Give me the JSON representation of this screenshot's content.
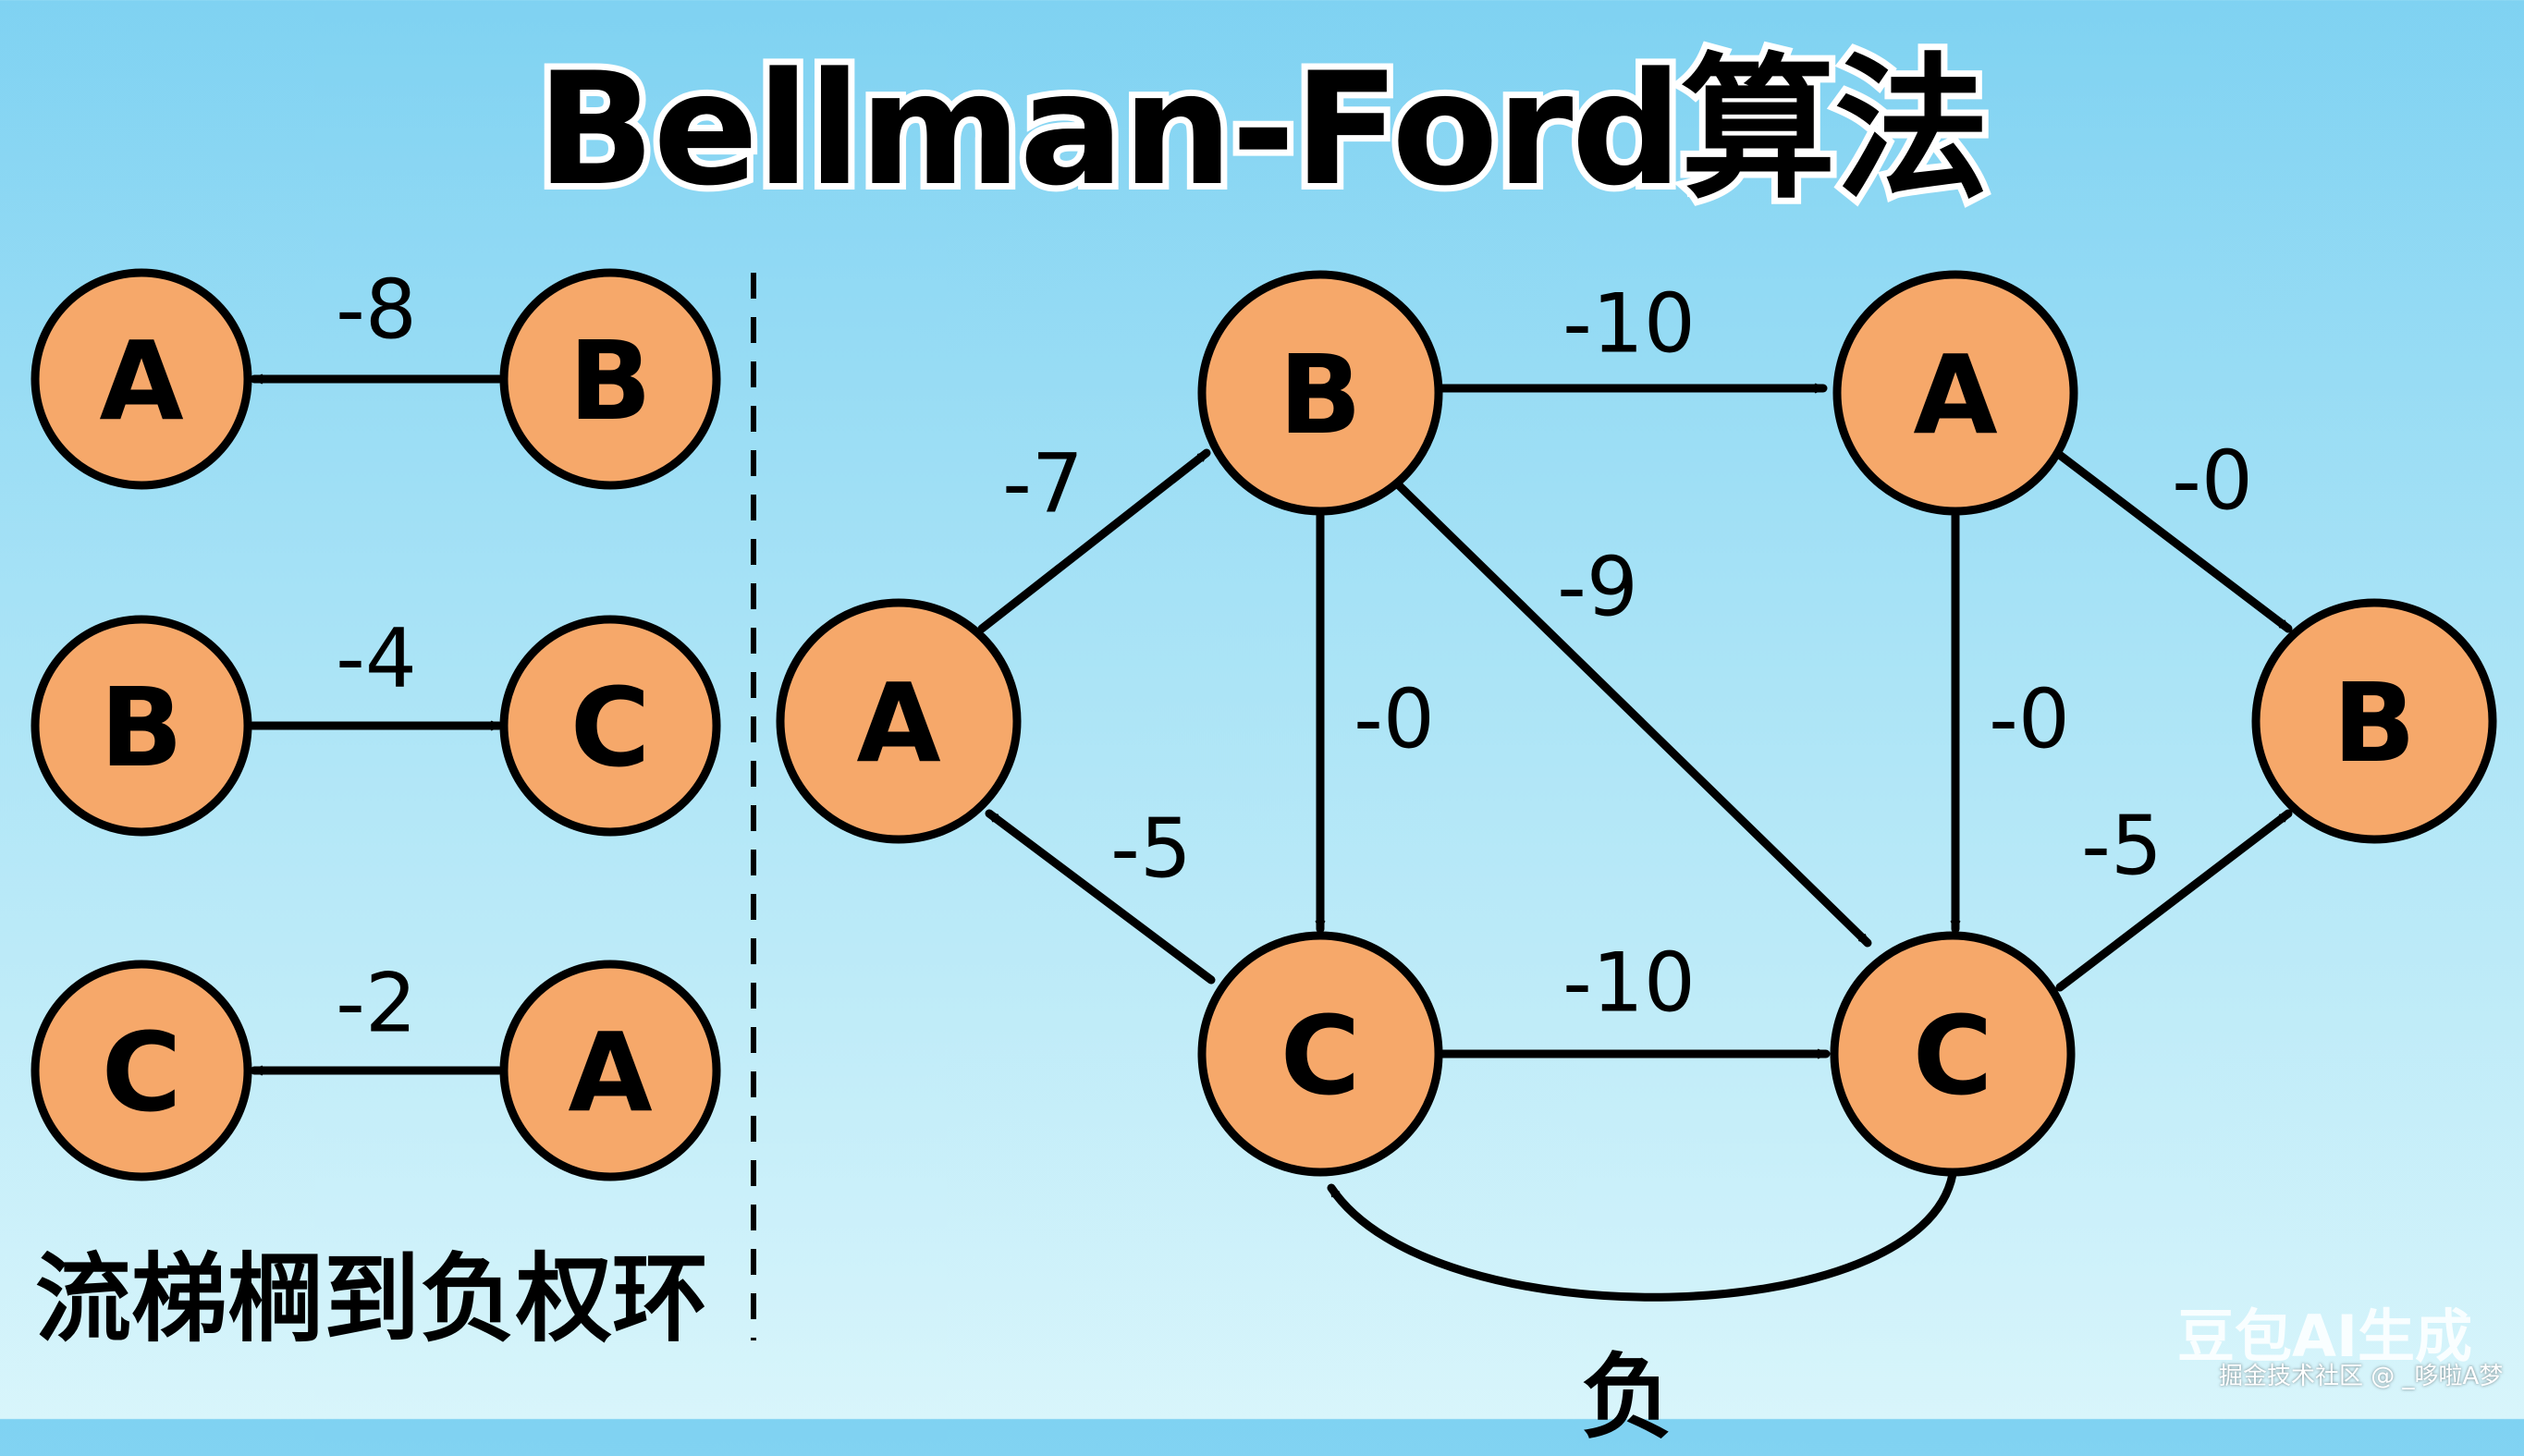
{
  "title": "Bellman-Ford算法",
  "caption": "流梯棡到负权环",
  "negative_cycle_label": "负",
  "watermark": {
    "brand": "豆包AI生成",
    "credit": "掘金技术社区 @ _哆啦A梦"
  },
  "left_examples": [
    {
      "from": "B",
      "to": "A",
      "weight": "-8"
    },
    {
      "from": "B",
      "to": "C",
      "weight": "-4"
    },
    {
      "from": "A",
      "to": "C",
      "weight": "-2"
    }
  ],
  "graph": {
    "nodes": [
      "A",
      "B",
      "A",
      "B",
      "C",
      "C"
    ],
    "edges": [
      {
        "from": "A",
        "to": "B",
        "weight": "-7"
      },
      {
        "from": "B",
        "to": "A",
        "weight": "-10"
      },
      {
        "from": "A",
        "to": "B",
        "weight": "-0"
      },
      {
        "from": "B",
        "to": "C",
        "weight": "-0"
      },
      {
        "from": "B",
        "to": "C",
        "weight": "-9"
      },
      {
        "from": "A",
        "to": "C",
        "weight": "-0"
      },
      {
        "from": "C",
        "to": "A",
        "weight": "-5"
      },
      {
        "from": "C",
        "to": "C",
        "weight": "-10"
      },
      {
        "from": "C",
        "to": "B",
        "weight": "-5"
      },
      {
        "from": "C",
        "to": "C",
        "weight": ""
      }
    ]
  },
  "colors": {
    "node_fill": "#f6a86a",
    "stroke": "#000000",
    "background_top": "#7fd2f2",
    "background_bottom": "#d8f5fb"
  }
}
